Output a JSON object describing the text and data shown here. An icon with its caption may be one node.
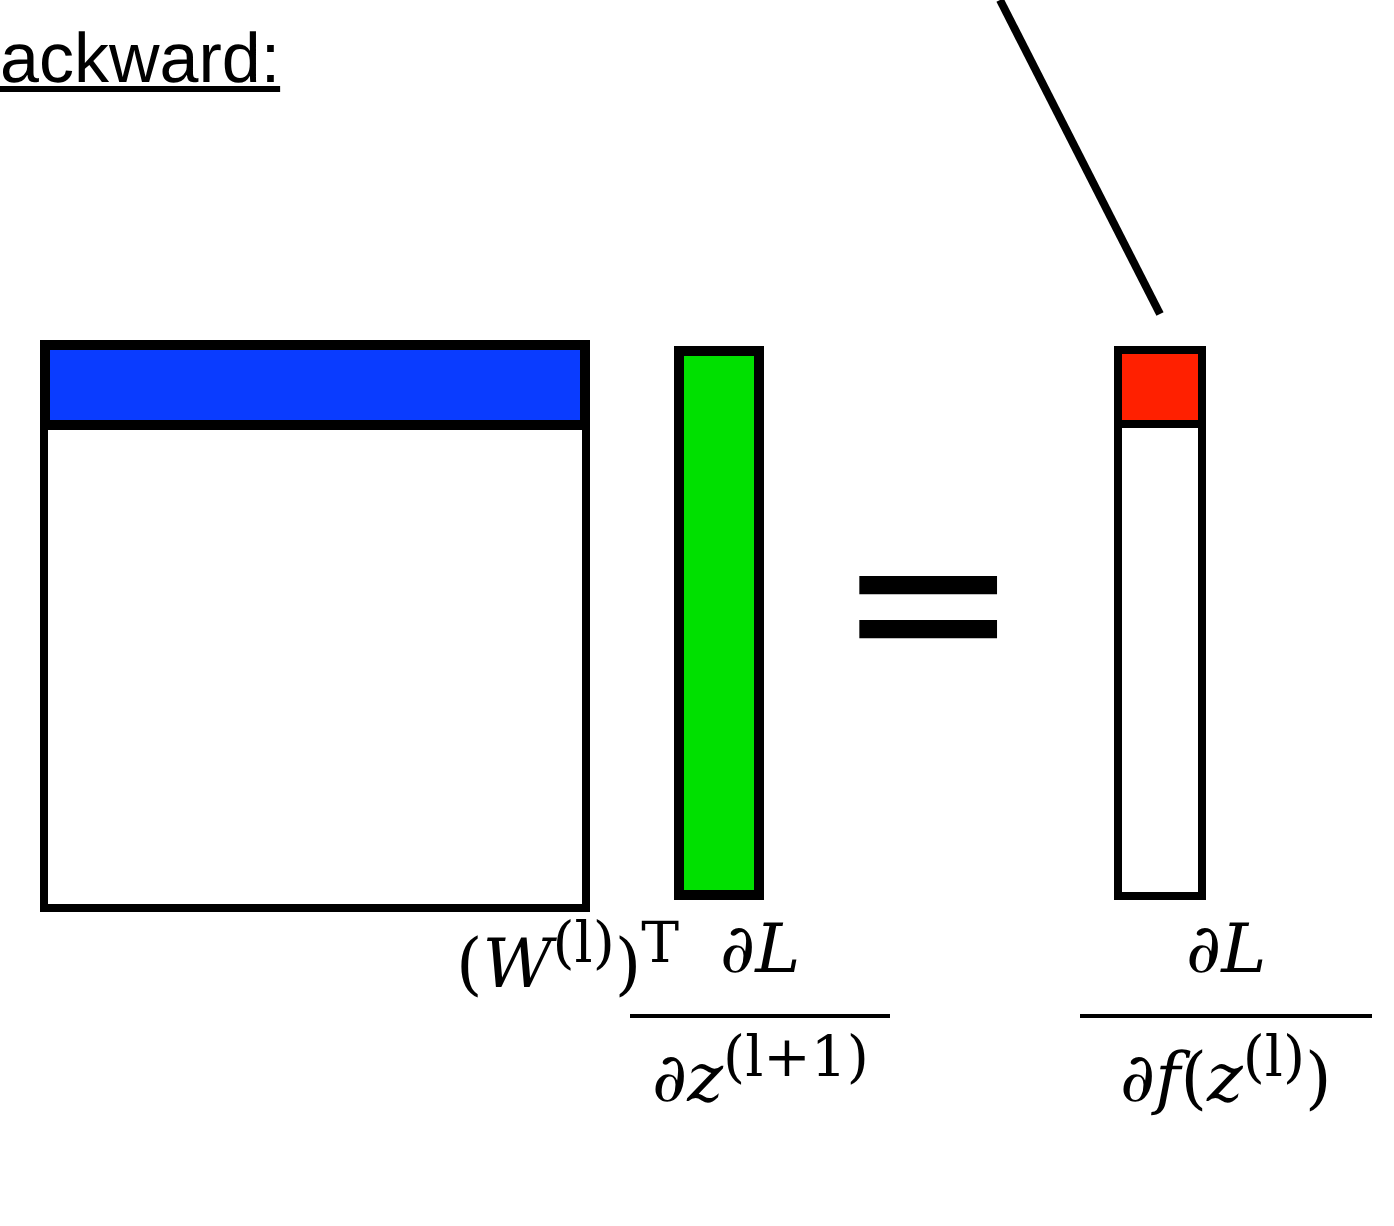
{
  "diagram": {
    "nodes": [
      {
        "text": [],
        "shape": "box"
      },
      {
        "text": [],
        "shape": "bar",
        "in": 0
      },
      {
        "text": [],
        "shape": "bar"
      },
      {
        "text": [],
        "shape": "box"
      },
      {
        "text": [],
        "shape": "box",
        "in": 3
      }
    ],
    "edges": [
      {
        "from": null,
        "to": 4,
        "arrow": "none"
      }
    ],
    "labels": [
      "ackward:",
      "=",
      "(*W*$^{(l)}$)$^{T}$",
      "∂*L*",
      "∂*z*$^{(l+1)}$",
      "∂*L*",
      "∂*f*(*z*$^{(l)}$)"
    ]
  }
}
